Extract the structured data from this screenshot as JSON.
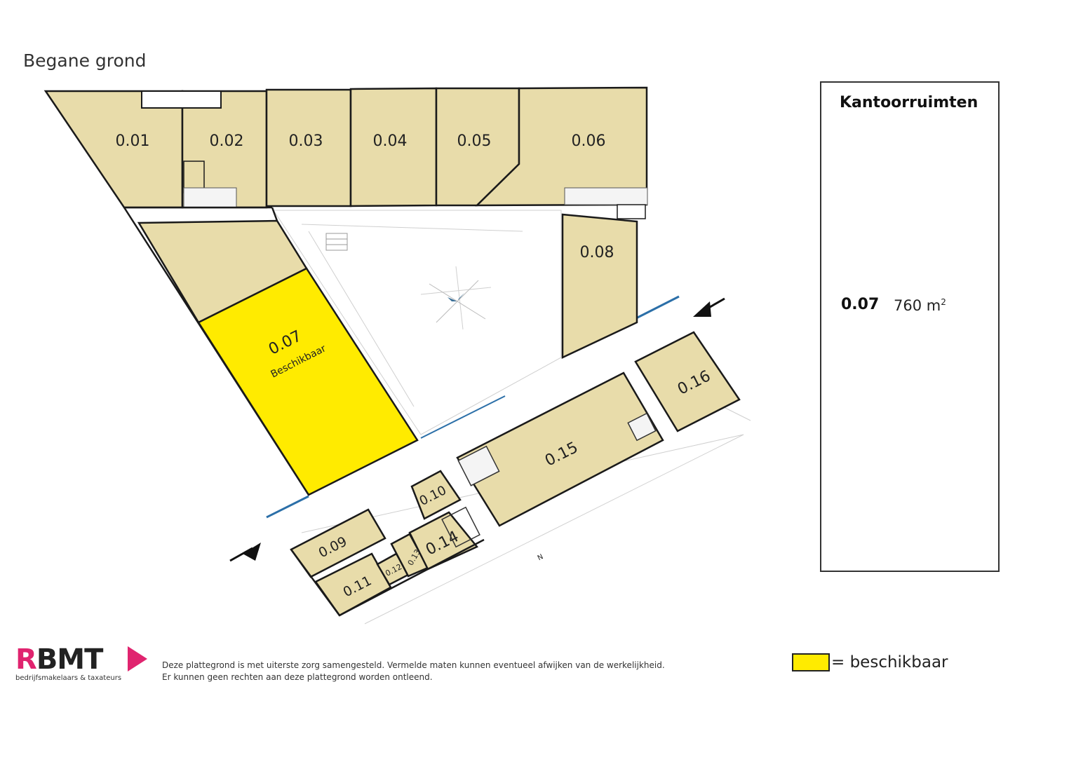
{
  "floor_title": "Begane grond",
  "colors": {
    "occupied": "#e8dcaa",
    "available": "#ffeb00",
    "outline": "#1a1a1a",
    "logo_accent": "#e0246f"
  },
  "rooms": {
    "r001": "0.01",
    "r002": "0.02",
    "r003": "0.03",
    "r004": "0.04",
    "r005": "0.05",
    "r006": "0.06",
    "r007": "0.07",
    "r007_status": "Beschikbaar",
    "r008": "0.08",
    "r009": "0.09",
    "r010": "0.10",
    "r011": "0.11",
    "r012": "0.12",
    "r013": "0.13",
    "r014": "0.14",
    "r015": "0.15",
    "r016": "0.16"
  },
  "north_label": "N",
  "info_panel": {
    "title": "Kantoorruimten",
    "room": "0.07",
    "area": "760 m",
    "area_exp": "2"
  },
  "logo": {
    "name": "RBMT",
    "tagline": "bedrijfsmakelaars & taxateurs"
  },
  "disclaimer": {
    "line1": "Deze plattegrond is met uiterste zorg samengesteld. Vermelde maten kunnen eventueel afwijken van de werkelijkheid.",
    "line2": "Er kunnen geen rechten aan deze plattegrond worden ontleend."
  },
  "legend": {
    "text": "= beschikbaar"
  }
}
